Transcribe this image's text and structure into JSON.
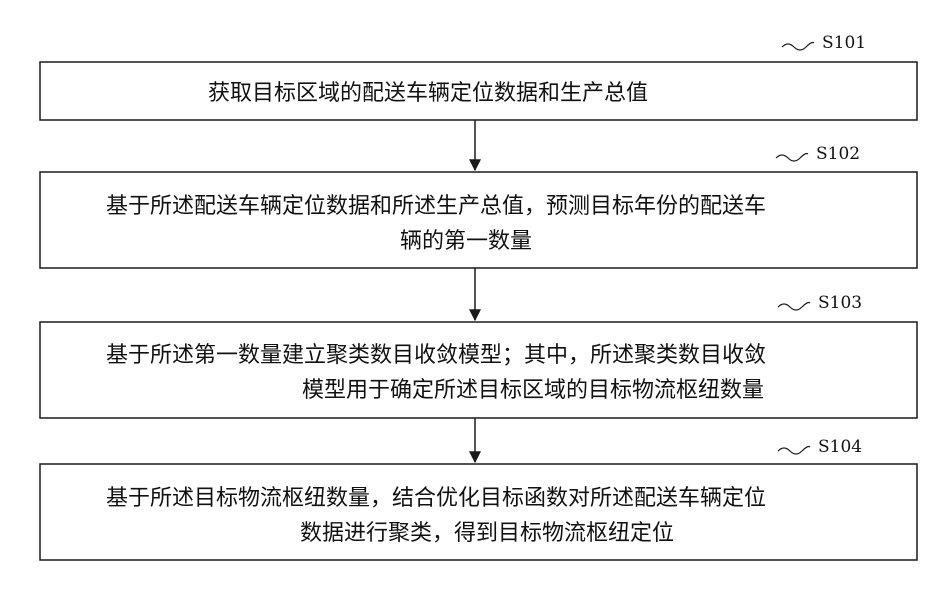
{
  "steps": [
    {
      "label": "S101",
      "lines": [
        "获取目标区域的配送车辆定位数据和生产总值"
      ]
    },
    {
      "label": "S102",
      "lines": [
        "基于所述配送车辆定位数据和所述生产总值，预测目标年份的配送车",
        "辆的第一数量"
      ]
    },
    {
      "label": "S103",
      "lines": [
        "基于所述第一数量建立聚类数目收敛模型；其中，所述聚类数目收敛",
        "模型用于确定所述目标区域的目标物流枢纽数量"
      ]
    },
    {
      "label": "S104",
      "lines": [
        "基于所述目标物流枢纽数量，结合优化目标函数对所述配送车辆定位",
        "数据进行聚类，得到目标物流枢纽定位"
      ]
    }
  ],
  "colors": {
    "stroke": "#1a1a1a",
    "text": "#111111"
  }
}
